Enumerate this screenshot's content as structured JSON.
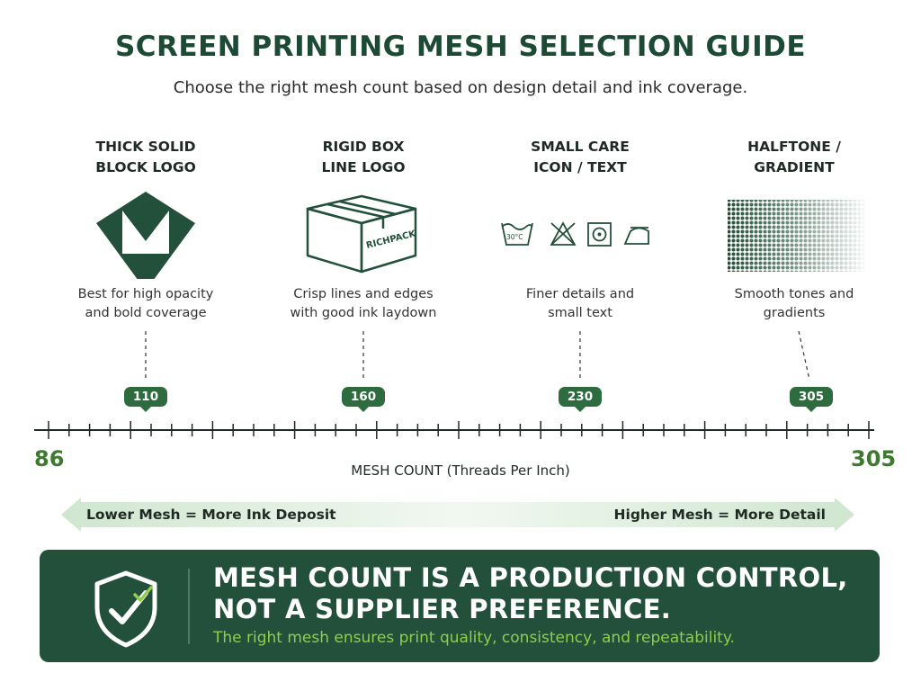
{
  "header": {
    "title": "SCREEN PRINTING MESH SELECTION GUIDE",
    "subtitle": "Choose the right mesh count based on design detail and ink coverage."
  },
  "categories": [
    {
      "heading": "THICK SOLID\nBLOCK LOGO",
      "description": "Best for high opacity\nand bold coverage",
      "mesh": "110",
      "icon": "solid-block-logo-icon"
    },
    {
      "heading": "RIGID BOX\nLINE LOGO",
      "description": "Crisp lines and edges\nwith good ink laydown",
      "mesh": "160",
      "icon": "box-line-logo-icon",
      "icon_text": "RICHPACK"
    },
    {
      "heading": "SMALL CARE\nICON / TEXT",
      "description": "Finer details and\nsmall text",
      "mesh": "230",
      "icon": "care-symbols-icon",
      "icon_text": "30°C"
    },
    {
      "heading": "HALFTONE /\nGRADIENT",
      "description": "Smooth tones and\ngradients",
      "mesh": "305",
      "icon": "halftone-gradient-icon"
    }
  ],
  "axis": {
    "min_label": "86",
    "max_label": "305",
    "label": "MESH COUNT (Threads Per Inch)"
  },
  "range": {
    "low": "Lower Mesh = More Ink Deposit",
    "high": "Higher Mesh = More Detail"
  },
  "banner": {
    "title_line1": "MESH COUNT IS A PRODUCTION CONTROL,",
    "title_line2": "NOT A SUPPLIER PREFERENCE.",
    "subtitle": "The right mesh ensures print quality, consistency, and repeatability.",
    "icon": "shield-check-icon"
  },
  "colors": {
    "primary": "#22503a",
    "accent": "#3d7a2e",
    "badge": "#2e6b3f",
    "highlight": "#8fce4a"
  }
}
